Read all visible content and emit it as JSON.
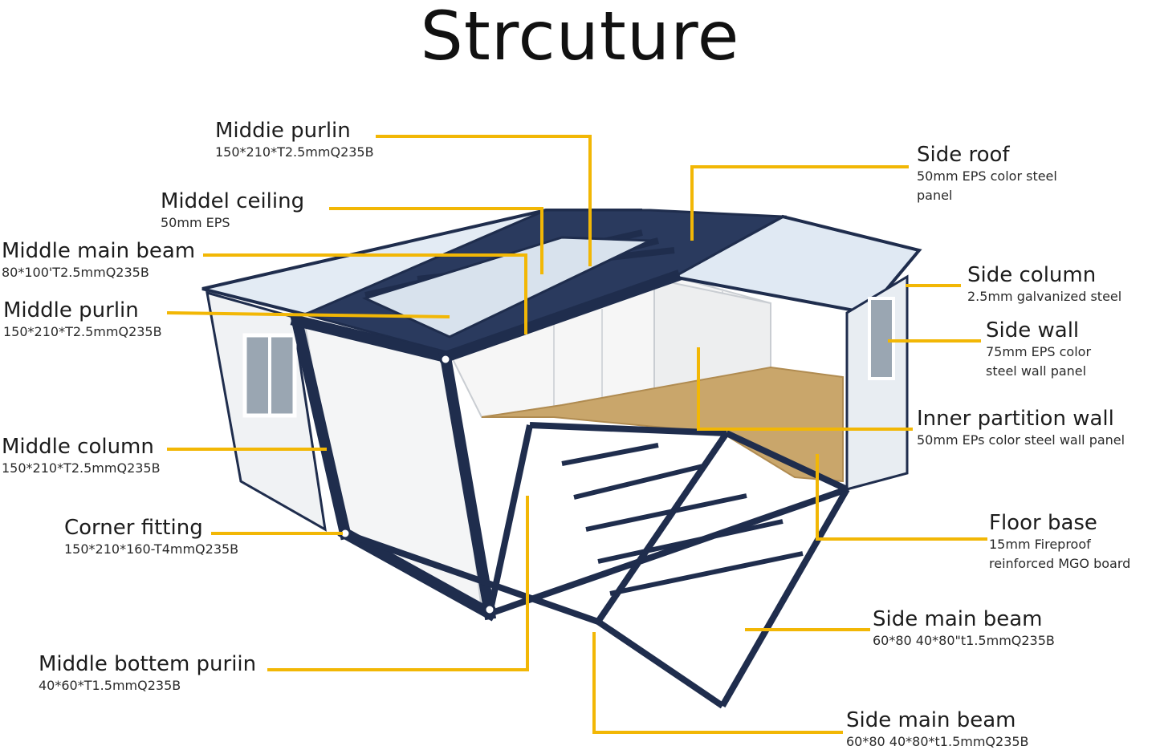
{
  "title": "Strcuture",
  "colors": {
    "leader": "#F2B705",
    "frame": "#1F2D4D",
    "roof": "#DCE6F1",
    "floor": "#C9A66B",
    "wall": "#F4F5F6"
  },
  "labels": [
    {
      "id": "middie-purlin",
      "name": "Middie purlin",
      "spec": [
        "150*210*T2.5mmQ235B"
      ]
    },
    {
      "id": "middel-ceiling",
      "name": "Middel ceiling",
      "spec": [
        "50mm EPS"
      ]
    },
    {
      "id": "middle-main-beam",
      "name": "Middle main beam",
      "spec": [
        "80*100'T2.5mmQ235B"
      ]
    },
    {
      "id": "middle-purlin",
      "name": "Middle purlin",
      "spec": [
        "150*210*T2.5mmQ235B"
      ]
    },
    {
      "id": "middle-column",
      "name": "Middle column",
      "spec": [
        "150*210*T2.5mmQ235B"
      ]
    },
    {
      "id": "corner-fitting",
      "name": "Corner fitting",
      "spec": [
        "150*210*160-T4mmQ235B"
      ]
    },
    {
      "id": "middle-bottem-purlin",
      "name": "Middle bottem puriin",
      "spec": [
        "40*60*T1.5mmQ235B"
      ]
    },
    {
      "id": "side-roof",
      "name": "Side roof",
      "spec": [
        "50mm EPS color steel",
        "panel"
      ]
    },
    {
      "id": "side-column",
      "name": "Side column",
      "spec": [
        "2.5mm galvanized steel"
      ]
    },
    {
      "id": "side-wall",
      "name": "Side wall",
      "spec": [
        "75mm EPS color",
        "steel wall panel"
      ]
    },
    {
      "id": "inner-partition-wall",
      "name": "Inner partition wall",
      "spec": [
        "50mm EPs color steel wall panel"
      ]
    },
    {
      "id": "floor-base",
      "name": "Floor base",
      "spec": [
        "15mm Fireproof",
        "reinforced MGO board"
      ]
    },
    {
      "id": "side-main-beam-upper",
      "name": "Side main beam",
      "spec": [
        "60*80 40*80\"t1.5mmQ235B"
      ]
    },
    {
      "id": "side-main-beam-lower",
      "name": "Side main beam",
      "spec": [
        "60*80 40*80*t1.5mmQ235B"
      ]
    }
  ]
}
